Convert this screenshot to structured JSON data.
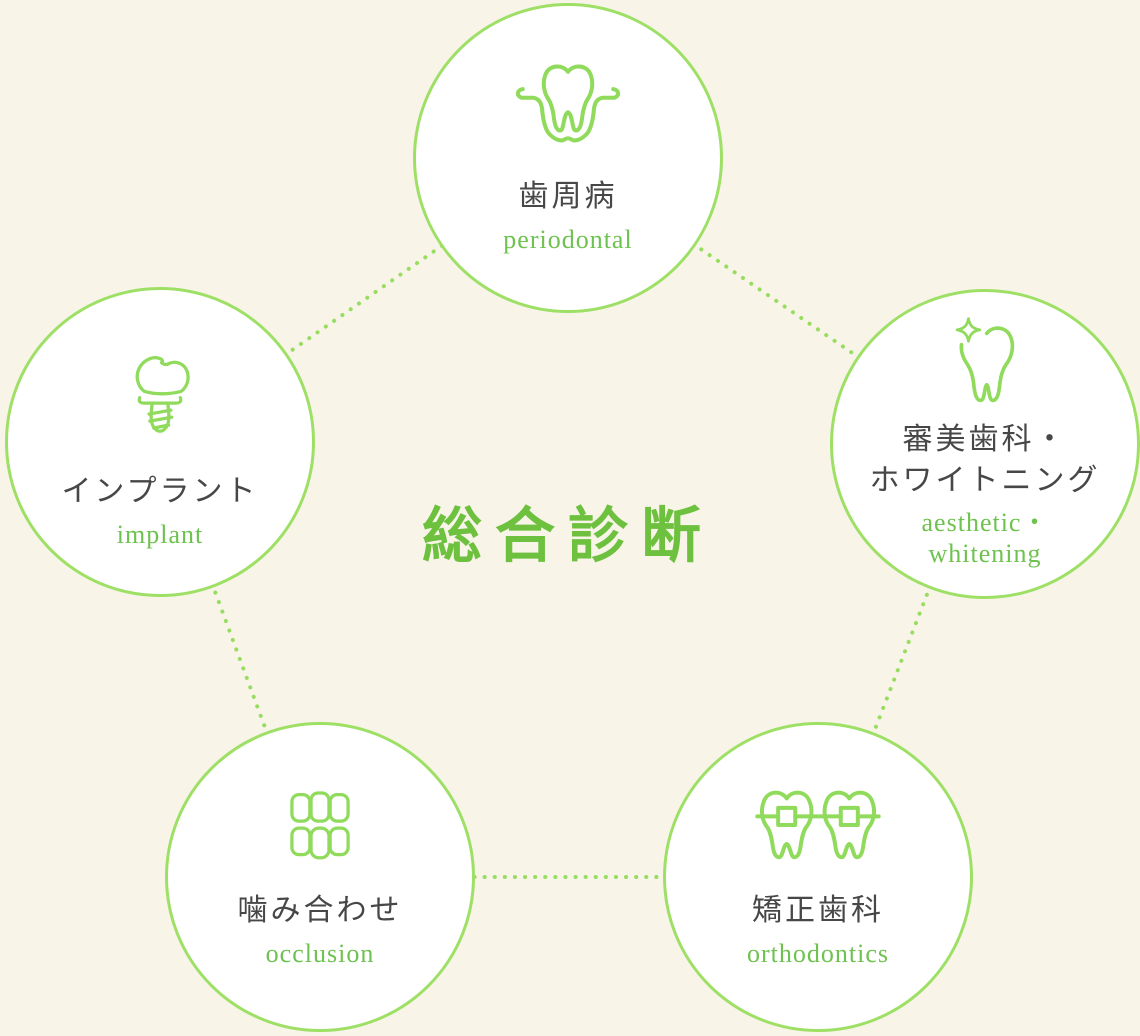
{
  "title": {
    "text": "総合診断"
  },
  "nodes": [
    {
      "id": "periodontal",
      "icon": "tooth-gum-icon",
      "jp": "歯周病",
      "en": "periodontal"
    },
    {
      "id": "aesthetic-whitening",
      "icon": "tooth-sparkle-icon",
      "jp": "審美歯科・ホワイトニング",
      "jp_lines": [
        "審美歯科・",
        "ホワイトニング"
      ],
      "en": "aesthetic・whitening",
      "en_lines": [
        "aesthetic・",
        "whitening"
      ]
    },
    {
      "id": "orthodontics",
      "icon": "tooth-braces-icon",
      "jp": "矯正歯科",
      "en": "orthodontics"
    },
    {
      "id": "occlusion",
      "icon": "teeth-occlusion-icon",
      "jp": "噛み合わせ",
      "en": "occlusion"
    },
    {
      "id": "implant",
      "icon": "tooth-implant-icon",
      "jp": "インプラント",
      "en": "implant"
    }
  ],
  "colors": {
    "background": "#f8f4e8",
    "circle_border": "#9ee066",
    "circle_fill": "#ffffff",
    "icon_stroke": "#90da5c",
    "connector_dots": "#97dd60",
    "jp_text": "#474747",
    "en_text": "#6ec24f",
    "title_text": "#6dc13f"
  }
}
